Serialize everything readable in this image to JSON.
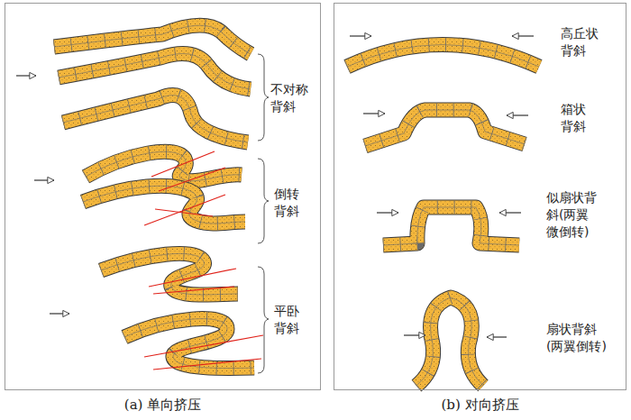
{
  "diagram": {
    "nodes": [
      {
        "text": [
          "(a) 单向挤压"
        ]
      },
      {
        "text": [
          "(b) 对向挤压"
        ]
      }
    ],
    "labels": [
      "不对称 背斜",
      "倒转 背斜",
      "平卧 背斜",
      "高丘状 背斜",
      "箱状 背斜",
      "似扇状背 斜(两翼 微倒转)",
      "扇状背斜 (两翼倒转)"
    ]
  }
}
